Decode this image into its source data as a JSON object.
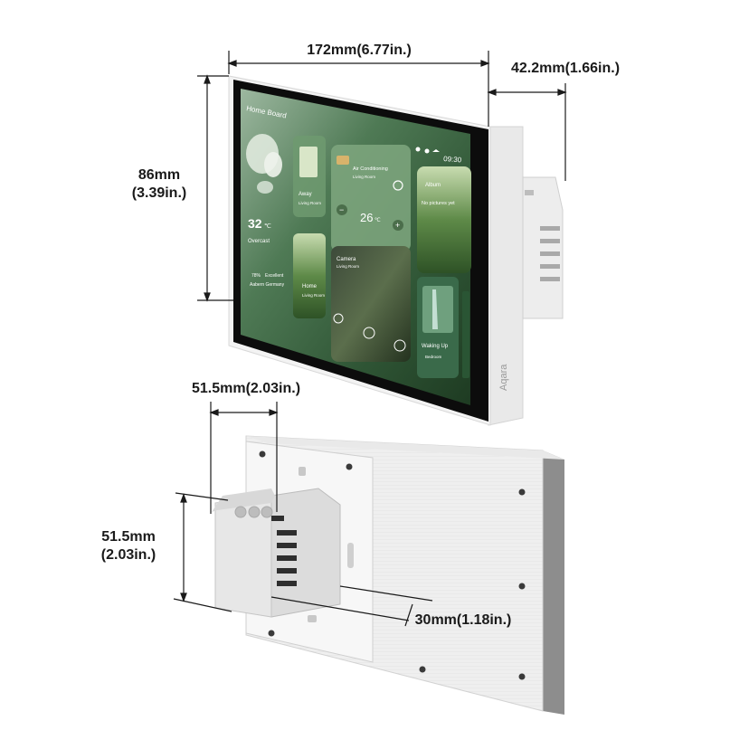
{
  "dimensions": {
    "width_top": "172mm(6.77in.)",
    "depth_top": "42.2mm(1.66in.)",
    "height_mm": "86mm",
    "height_in": "(3.39in.)",
    "box_width": "51.5mm(2.03in.)",
    "box_height_mm": "51.5mm",
    "box_height_in": "(2.03in.)",
    "box_depth": "30mm(1.18in.)"
  },
  "screen": {
    "title": "Home Board",
    "title_caret": "▾",
    "time": "09:30",
    "weather": {
      "temp": "32",
      "unit": "℃",
      "condition": "Overcast",
      "humidity": "78%",
      "air": "Excellent",
      "location": "Aabern Germany"
    },
    "cards": {
      "away": {
        "label": "Away",
        "room": "Living Room"
      },
      "ac": {
        "label": "Air Conditioning",
        "room": "Living Room",
        "temp": "26",
        "unit": "℃",
        "minus": "−",
        "plus": "+"
      },
      "album": {
        "label": "Album",
        "sub": "No pictures yet"
      },
      "home": {
        "label": "Home",
        "room": "Living Room"
      },
      "camera": {
        "label": "Camera",
        "room": "Living Room"
      },
      "waking": {
        "label": "Waking Up",
        "room": "Bedroom"
      }
    }
  },
  "brand": "Aqara",
  "colors": {
    "bezel": "#0c0c0c",
    "screen_green": "#4f7a55",
    "panel_white": "#f1f1f1",
    "dim_line": "#1a1a1a"
  }
}
